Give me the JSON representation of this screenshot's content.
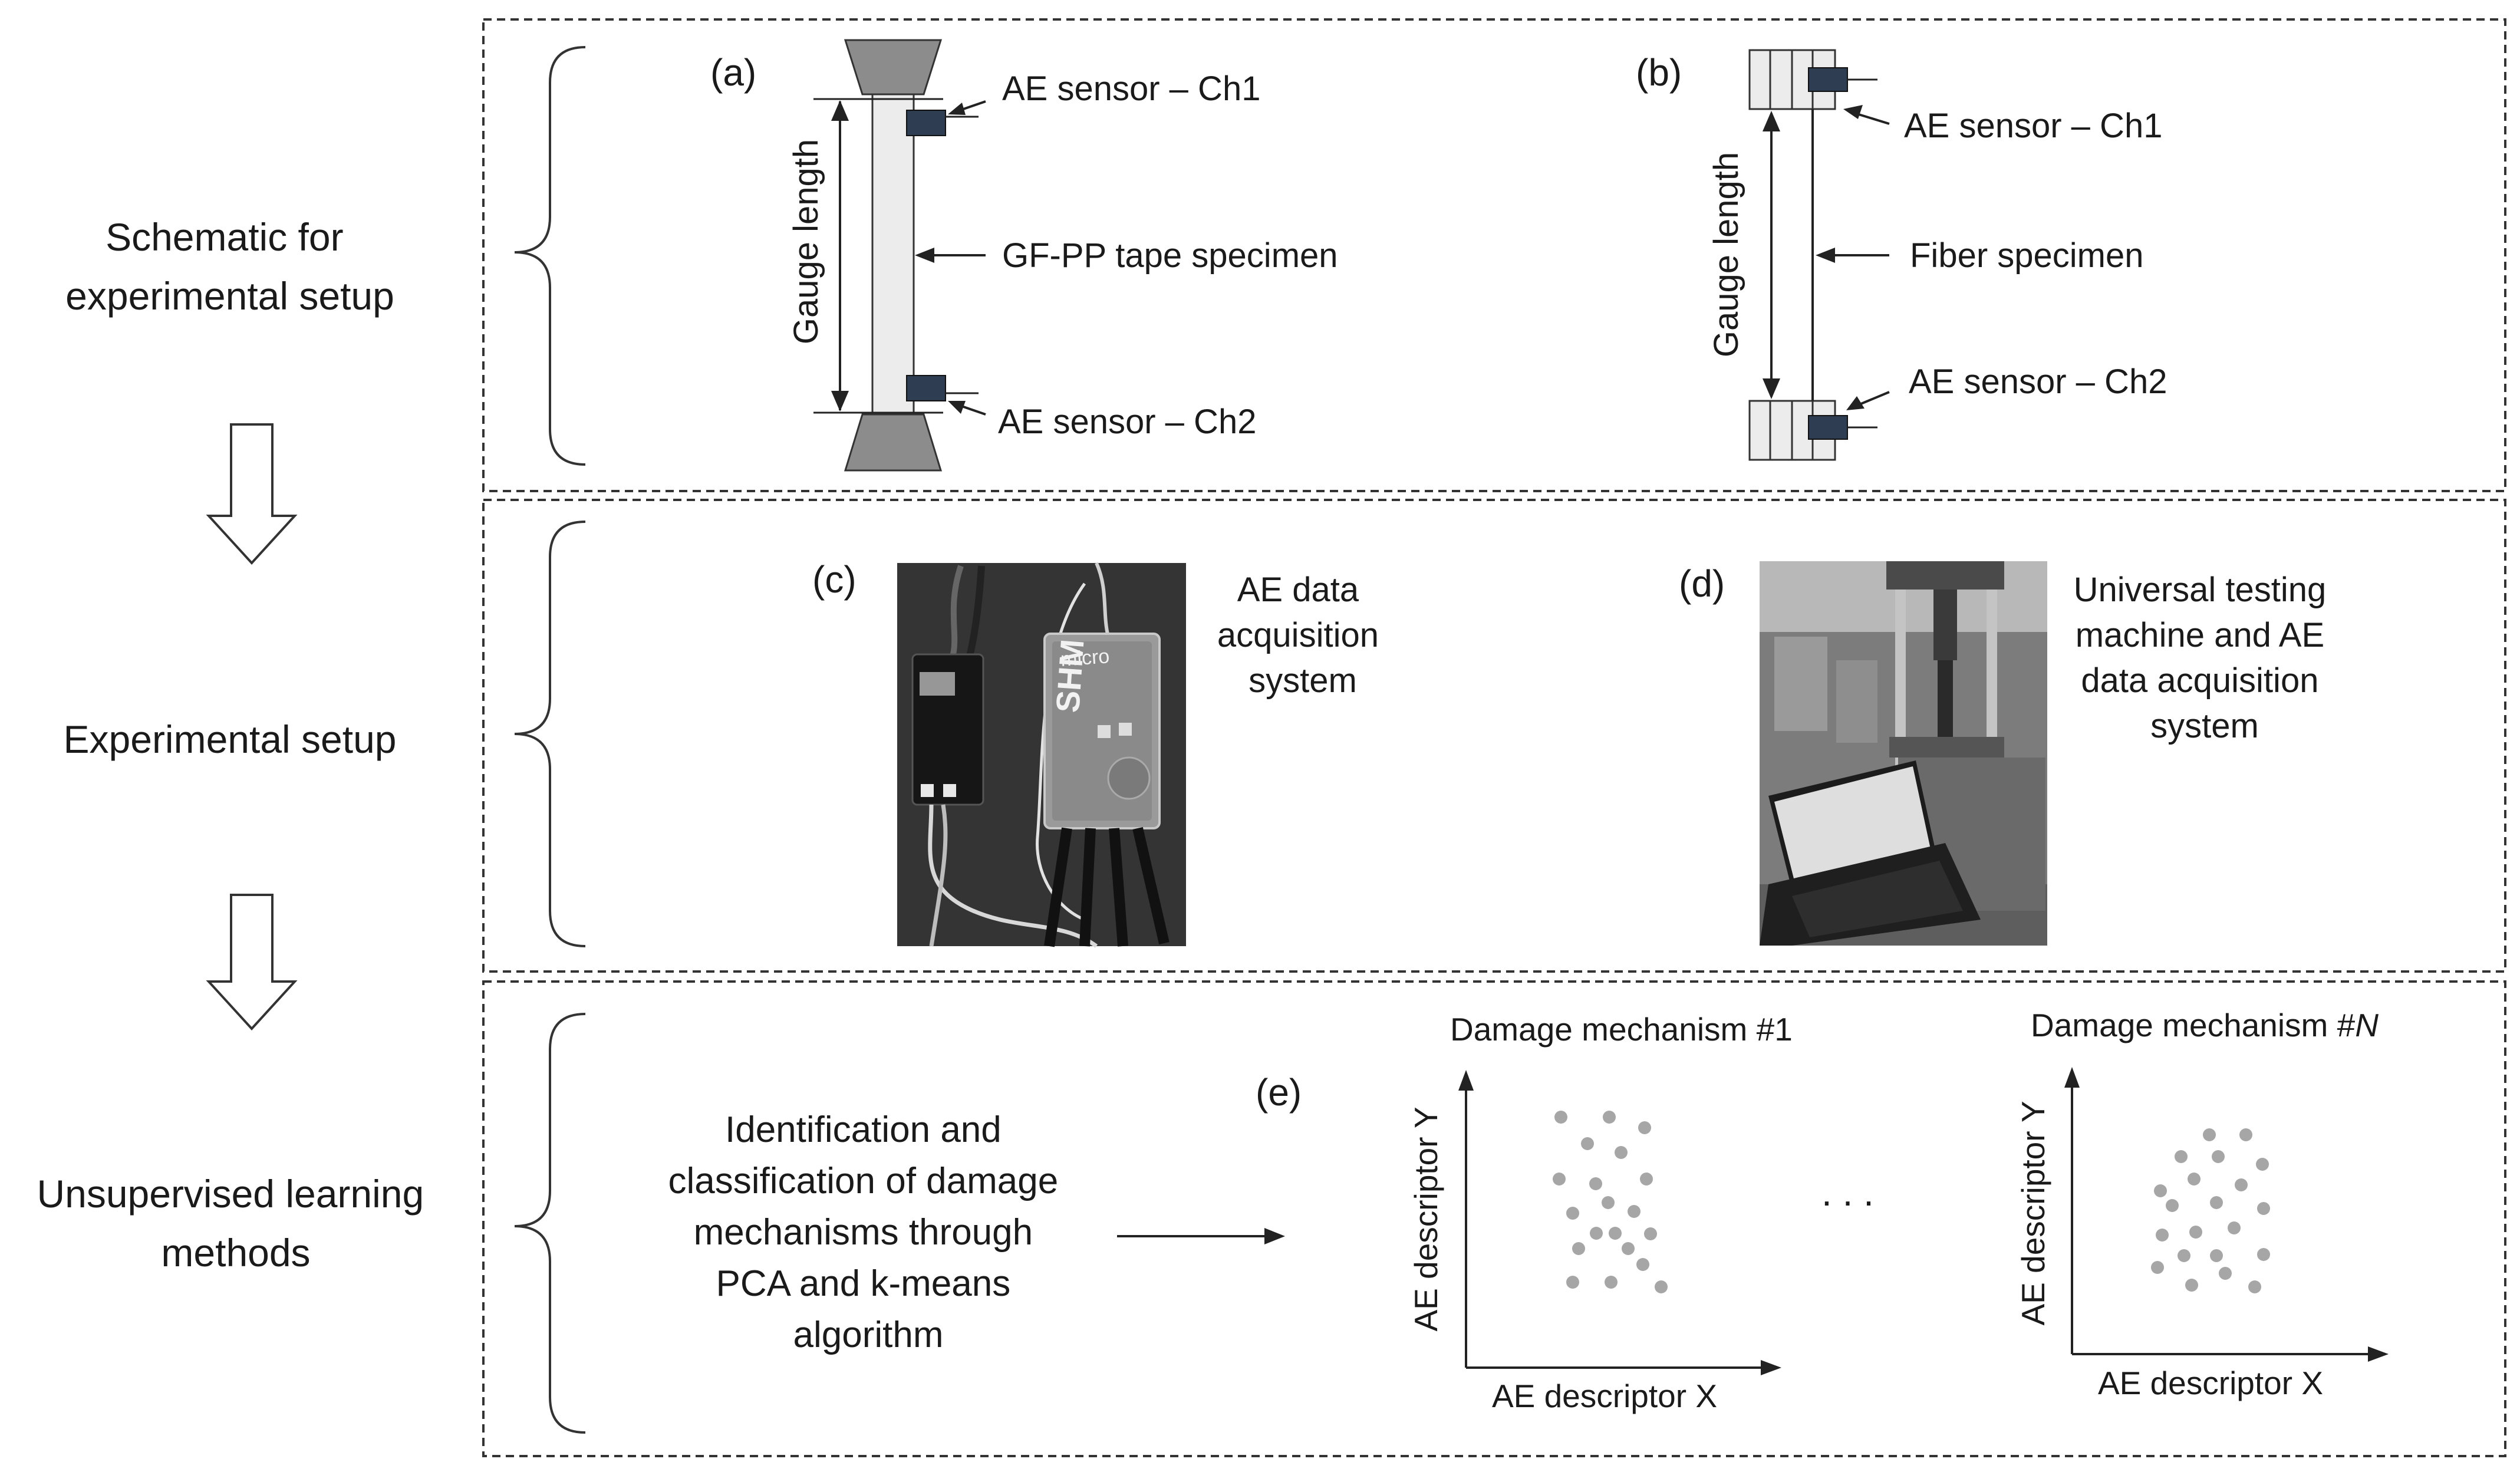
{
  "steps": [
    {
      "label_lines": [
        "Schematic for",
        "experimental setup"
      ]
    },
    {
      "label_lines": [
        "Experimental setup"
      ]
    },
    {
      "label_lines": [
        "Unsupervised learning",
        "methods"
      ]
    }
  ],
  "panel_a": {
    "tag": "(a)",
    "gauge_label": "Gauge length",
    "sensor_ch1": "AE sensor – Ch1",
    "specimen": "GF-PP tape specimen",
    "sensor_ch2": "AE sensor – Ch2"
  },
  "panel_b": {
    "tag": "(b)",
    "gauge_label": "Gauge length",
    "sensor_ch1": "AE sensor – Ch1",
    "specimen": "Fiber specimen",
    "sensor_ch2": "AE sensor – Ch2"
  },
  "panel_c": {
    "tag": "(c)",
    "caption_lines": [
      "AE data",
      "acquisition",
      "system"
    ],
    "device_text_1": "micro",
    "device_text_2": "SHM"
  },
  "panel_d": {
    "tag": "(d)",
    "caption_lines": [
      "Universal testing",
      "machine and AE",
      "data acquisition",
      "system"
    ]
  },
  "panel_e": {
    "tag": "(e)",
    "text_lines": [
      "Identification and",
      "classification of damage",
      "mechanisms through",
      "PCA and k-means",
      "algorithm"
    ],
    "ellipsis": ".   .   .",
    "plot1": {
      "title": "Damage mechanism #1",
      "xlabel": "AE descriptor X",
      "ylabel": "AE descriptor Y"
    },
    "plotN": {
      "title_prefix": "Damage mechanism #",
      "title_var": "N",
      "xlabel": "AE descriptor X",
      "ylabel": "AE descriptor Y"
    }
  },
  "colors": {
    "sensor": "#2e3d52",
    "grip": "#8c8c8c",
    "specimen_fill": "#ececec",
    "dot": "#a6a6a6",
    "photo_bg": "#3a3a3a"
  }
}
